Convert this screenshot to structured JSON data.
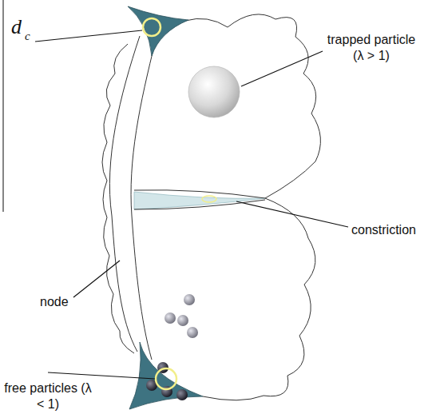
{
  "diagram": {
    "labels": [
      "d",
      "c",
      "trapped particle (λ > 1)",
      "constriction",
      "node",
      "free particles (λ < 1)"
    ]
  }
}
